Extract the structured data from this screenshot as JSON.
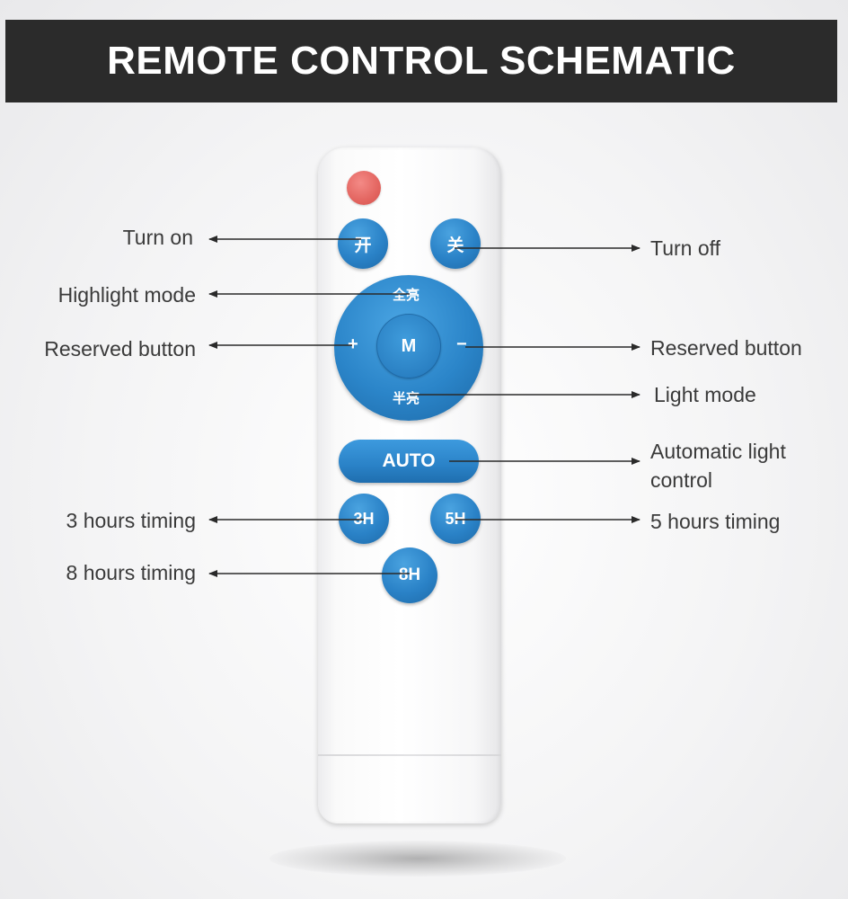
{
  "header": {
    "title": "REMOTE CONTROL SCHEMATIC"
  },
  "remote": {
    "buttons": {
      "on": "开",
      "off": "关",
      "highlight": "全亮",
      "plus": "+",
      "mode": "M",
      "minus": "−",
      "light": "半亮",
      "auto": "AUTO",
      "h3": "3H",
      "h5": "5H",
      "h8": "8H"
    }
  },
  "labels": {
    "turn_on": "Turn on",
    "turn_off": "Turn off",
    "highlight_mode": "Highlight mode",
    "reserved_left": "Reserved button",
    "reserved_right": "Reserved button",
    "light_mode": "Light mode",
    "auto_line1": "Automatic light",
    "auto_line2": "control",
    "three_hours": "3 hours timing",
    "five_hours": "5 hours timing",
    "eight_hours": "8 hours timing"
  },
  "colors": {
    "header_bg": "#2b2b2b",
    "button_blue": "#2a82c7",
    "power_red": "#e36560",
    "label_text": "#3a3a3a"
  }
}
